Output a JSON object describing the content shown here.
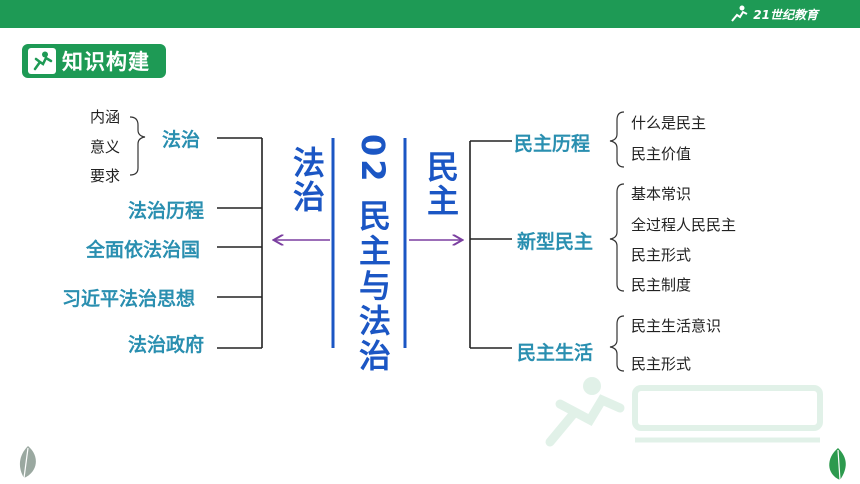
{
  "header": {
    "logo_text": "21世纪教育"
  },
  "badge": {
    "label": "知识构建",
    "icon": "runner-icon"
  },
  "center": {
    "title": "02 民主与法治",
    "left_label": "法治",
    "right_label": "民主"
  },
  "left_branch": {
    "items": [
      "法治",
      "法治历程",
      "全面依法治国",
      "习近平法治思想",
      "法治政府"
    ],
    "fazhi_sub": [
      "内涵",
      "意义",
      "要求"
    ]
  },
  "right_branch": {
    "groups": [
      {
        "label": "民主历程",
        "subs": [
          "什么是民主",
          "民主价值"
        ]
      },
      {
        "label": "新型民主",
        "subs": [
          "基本常识",
          "全过程人民民主",
          "民主形式",
          "民主制度"
        ]
      },
      {
        "label": "民主生活",
        "subs": [
          "民主生活意识",
          "民主形式"
        ]
      }
    ]
  },
  "colors": {
    "green": "#1e9a55",
    "teal": "#2a8fb0",
    "blue": "#1b56c4",
    "purple": "#7b3fa0"
  }
}
